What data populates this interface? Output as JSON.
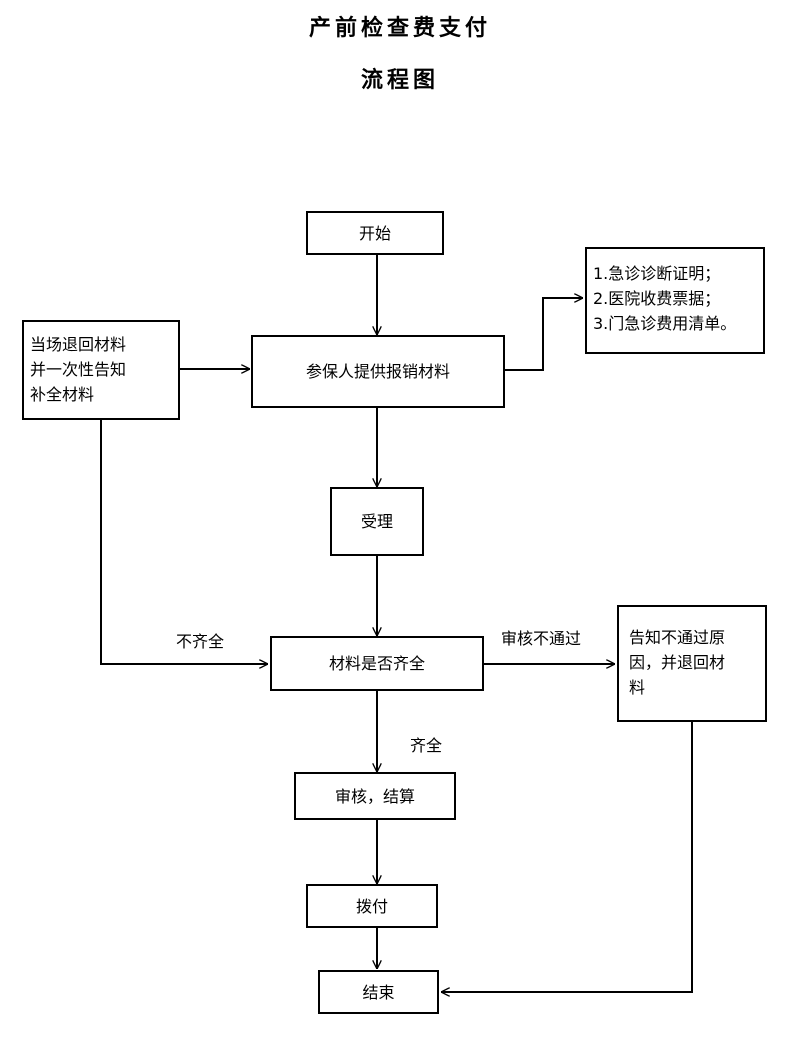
{
  "title": {
    "line1": "产前检查费支付",
    "line2": "流程图"
  },
  "nodes": {
    "start": "开始",
    "materials_list": [
      "1.急诊诊断证明；",
      "2.医院收费票据；",
      "3.门急诊费用清单。"
    ],
    "submit": "参保人提供报销材料",
    "return_materials": [
      "当场退回材料",
      "并一次性告知",
      "补全材料"
    ],
    "accept": "受理",
    "check_complete": "材料是否齐全",
    "notify_fail": [
      "告知不通过原",
      "因，并退回材",
      "料"
    ],
    "review": "审核，结算",
    "payment": "拨付",
    "end": "结束"
  },
  "labels": {
    "incomplete": "不齐全",
    "complete": "齐全",
    "review_failed": "审核不通过"
  }
}
